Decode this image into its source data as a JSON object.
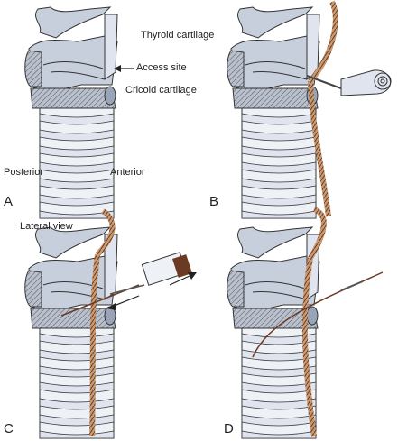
{
  "figure": {
    "panels": [
      {
        "letter": "A",
        "labels": {
          "thyroid": "Thyroid cartilage",
          "access": "Access site",
          "cricoid": "Cricoid cartilage",
          "posterior": "Posterior",
          "anterior": "Anterior"
        }
      },
      {
        "letter": "B"
      },
      {
        "letter": "C",
        "labels": {
          "view": "Lateral view"
        }
      },
      {
        "letter": "D"
      }
    ],
    "colors": {
      "cartilage": "#c8cfdc",
      "cartilage_dark": "#9aa4b8",
      "ring": "#dfe4ee",
      "outline": "#333333",
      "wire": "#8a5a3c",
      "device": "#6b3a22"
    }
  }
}
